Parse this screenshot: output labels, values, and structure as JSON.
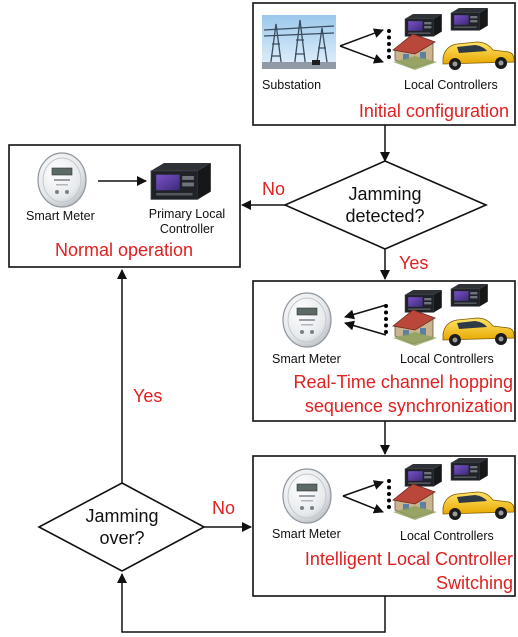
{
  "colors": {
    "line": "#111111",
    "accent": "#e02020",
    "background": "#ffffff"
  },
  "top_box": {
    "substation_label": "Substation",
    "local_controllers_label": "Local Controllers",
    "title": "Initial configuration"
  },
  "normal_box": {
    "smart_meter_label": "Smart Meter",
    "primary_controller_line1": "Primary Local",
    "primary_controller_line2": "Controller",
    "title": "Normal operation"
  },
  "decision_jamming": {
    "line1": "Jamming",
    "line2": "detected?",
    "no_label": "No",
    "yes_label": "Yes"
  },
  "sync_box": {
    "smart_meter_label": "Smart Meter",
    "local_controllers_label": "Local Controllers",
    "title_line1": "Real-Time channel hopping",
    "title_line2": "sequence synchronization"
  },
  "switch_box": {
    "smart_meter_label": "Smart Meter",
    "local_controllers_label": "Local Controllers",
    "title_line1": "Intelligent Local Controller",
    "title_line2": "Switching"
  },
  "decision_over": {
    "line1": "Jamming",
    "line2": "over?",
    "yes_label": "Yes",
    "no_label": "No"
  },
  "icons": [
    "substation-icon",
    "local-controllers-icon",
    "smart-meter-icon",
    "controller-device-icon",
    "ellipsis-dots-icon"
  ]
}
